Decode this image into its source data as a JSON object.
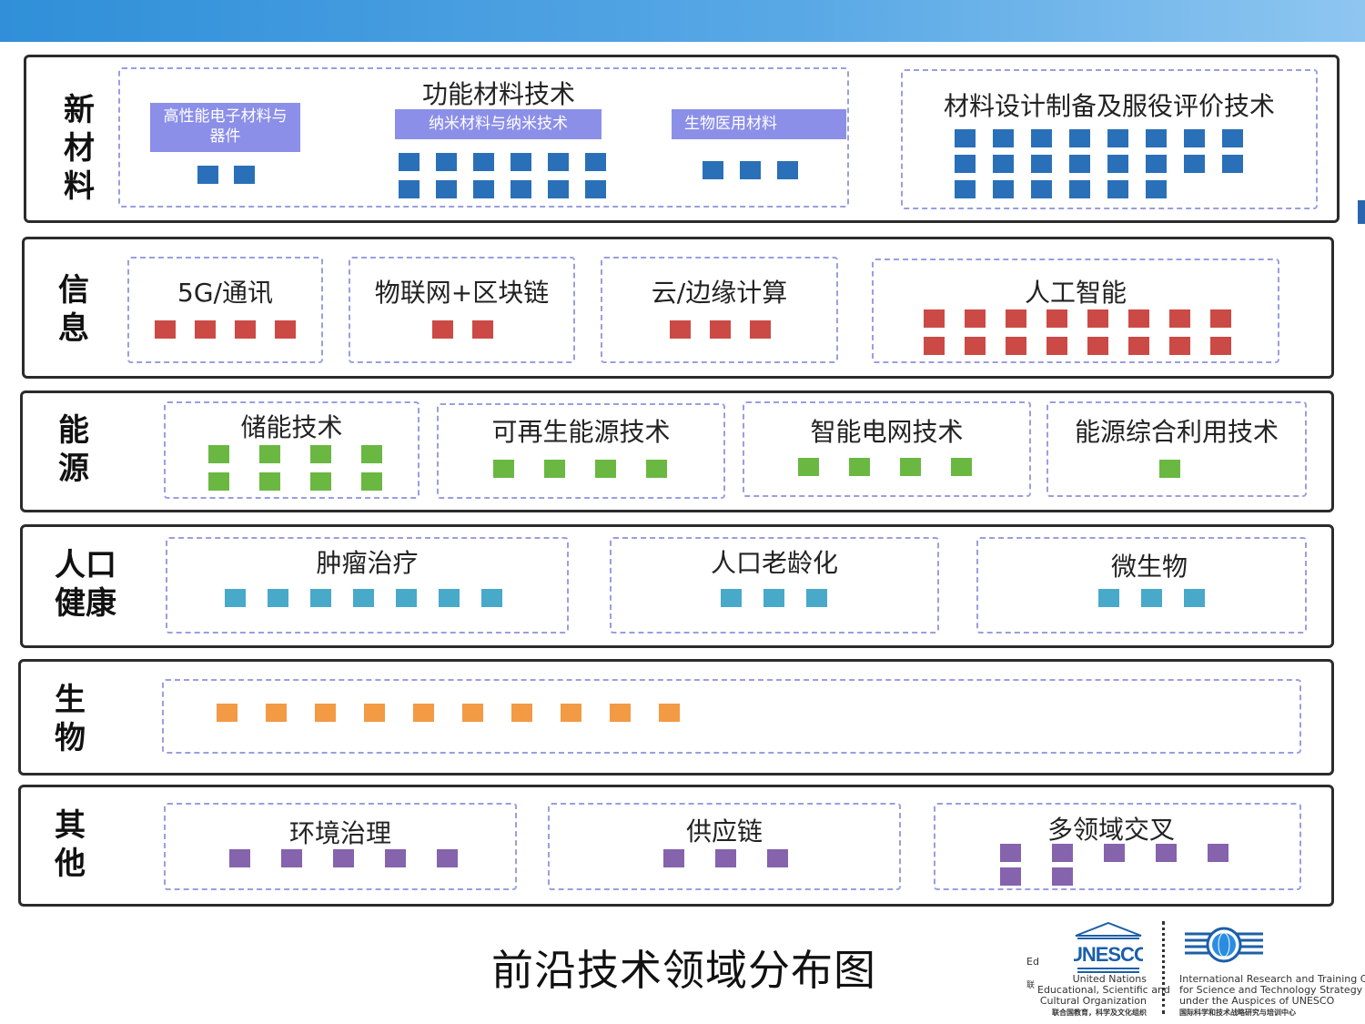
{
  "categories": {
    "materials": "新材料",
    "info": "信息",
    "energy": "能源",
    "health": "人口健康",
    "bio": "生物",
    "other": "其他"
  },
  "areas": {
    "high_perf": "高性能电子材料与器件",
    "functional": "功能材料技术",
    "nano": "纳米材料与纳米技术",
    "biomed": "生物医用材料",
    "design": "材料设计制备及服役评价技术",
    "g5": "5G/通讯",
    "iot": "物联网+区块链",
    "cloud": "云/边缘计算",
    "ai": "人工智能",
    "storage": "储能技术",
    "renewable": "可再生能源技术",
    "grid": "智能电网技术",
    "integrated": "能源综合利用技术",
    "tumor": "肿瘤治疗",
    "aging": "人口老龄化",
    "microbe": "微生物",
    "environment": "环境治理",
    "supply": "供应链",
    "cross": "多领域交叉"
  },
  "caption": "前沿技术领域分布图",
  "logos": {
    "unesco_word": "UNESCO",
    "unesco_lines": [
      "United Nations",
      "Educational, Scientific and",
      "Cultural Organization"
    ],
    "unesco_cn": "联合国教育，科学及文化组织",
    "center_lines": [
      "International Research and Training Center",
      "for Science and Technology Strategy",
      "under the Auspices of UNESCO"
    ],
    "center_cn": "国际科学和技术战略研究与培训中心",
    "frag_ed": "Ed",
    "frag_lian": "联"
  },
  "colors": {
    "materials": "#2a70b8",
    "info": "#cc4a45",
    "energy": "#6ab842",
    "health": "#49a9c9",
    "bio": "#f39a45",
    "other": "#8563ad",
    "sub_label_bg": "#8c8fe8",
    "dashed_border": "#9a9ee0"
  },
  "marker_counts": {
    "high_perf": 2,
    "nano": 12,
    "biomed": 3,
    "design": 22,
    "g5": 4,
    "iot": 2,
    "cloud": 3,
    "ai": 16,
    "storage": 8,
    "renewable": 4,
    "grid": 4,
    "integrated": 1,
    "tumor": 7,
    "aging": 3,
    "microbe": 3,
    "bio": 10,
    "environment": 5,
    "supply": 3,
    "cross": 7
  }
}
